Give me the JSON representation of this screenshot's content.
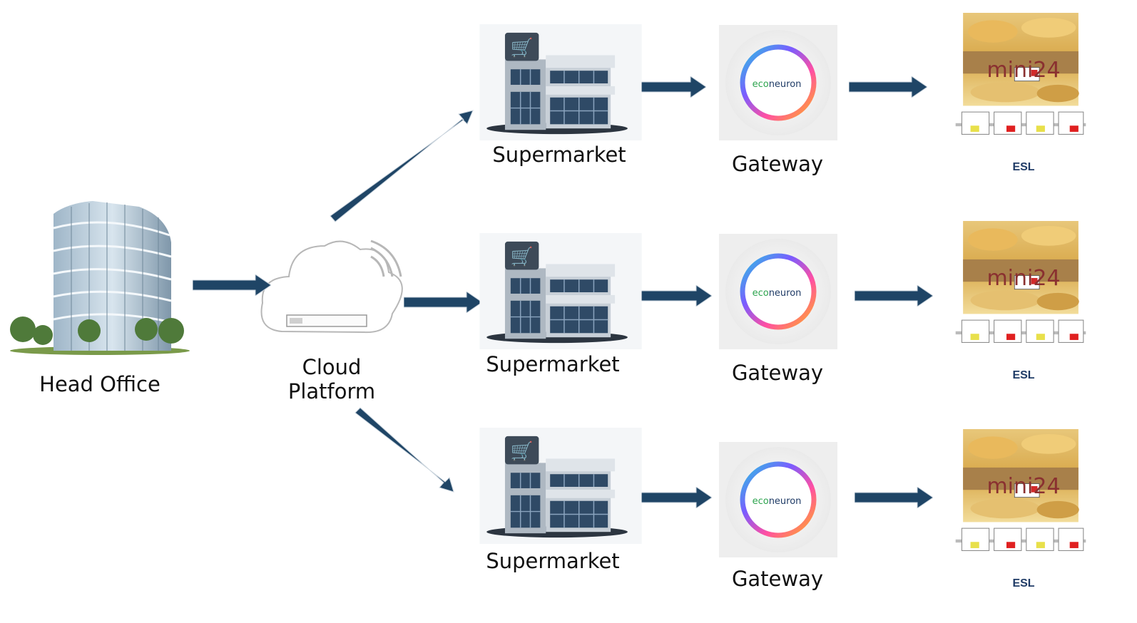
{
  "nodes": {
    "head_office": {
      "label": "Head Office"
    },
    "cloud": {
      "label_line1": "Cloud",
      "label_line2": "Platform"
    },
    "rows": [
      {
        "supermarket": "Supermarket",
        "gateway": "Gateway",
        "gateway_logo_left": "eco",
        "gateway_logo_right": "neuron",
        "esl": "ESL",
        "shelf_sign": "mini24"
      },
      {
        "supermarket": "Supermarket",
        "gateway": "Gateway",
        "gateway_logo_left": "eco",
        "gateway_logo_right": "neuron",
        "esl": "ESL",
        "shelf_sign": "mini24"
      },
      {
        "supermarket": "Supermarket",
        "gateway": "Gateway",
        "gateway_logo_left": "eco",
        "gateway_logo_right": "neuron",
        "esl": "ESL",
        "shelf_sign": "mini24"
      }
    ]
  },
  "colors": {
    "arrow": "#1f4566",
    "arrow_outline": "#c9d3dc",
    "building_roof": "#3d4a58",
    "window": "#2f4a66",
    "gateway_ring_start": "#29c6e0",
    "gateway_ring_end": "#ff5aa0"
  }
}
